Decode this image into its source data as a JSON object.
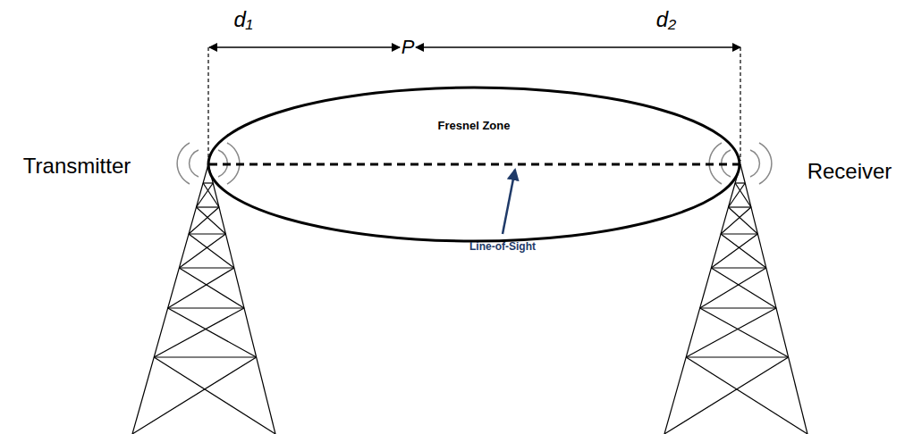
{
  "diagram": {
    "nodes": [
      {
        "text": [
          "Fresnel Zone"
        ]
      }
    ],
    "labels": [
      "d₁",
      "P",
      "d₂",
      "Transmitter",
      "Receiver",
      "Line-of-Sight"
    ]
  }
}
